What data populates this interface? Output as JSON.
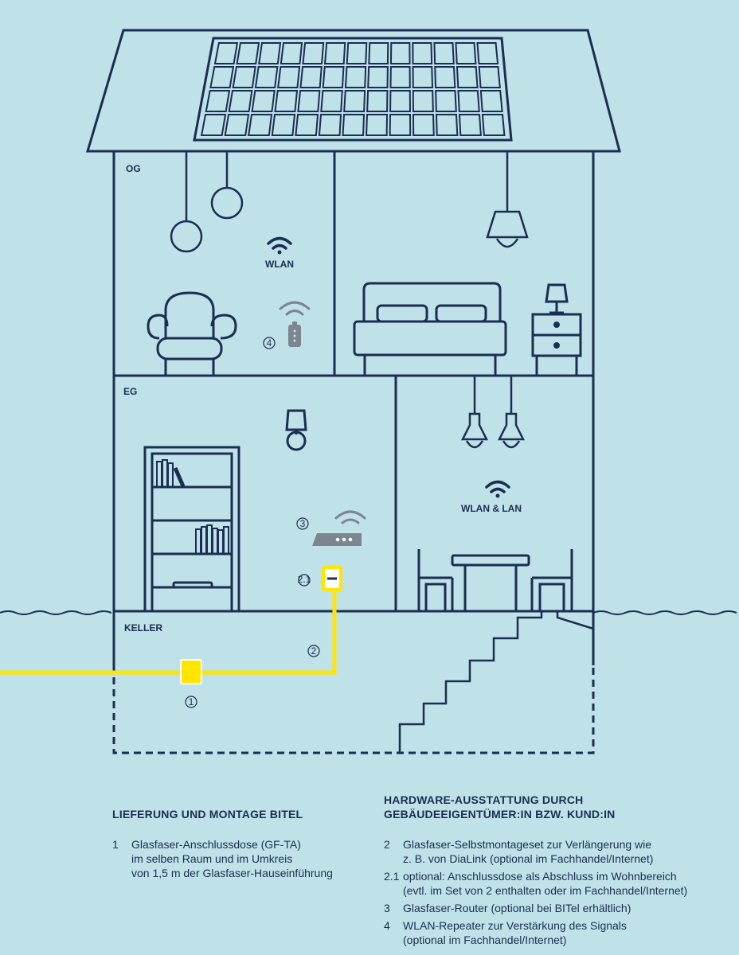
{
  "floors": {
    "og": "OG",
    "eg": "EG",
    "keller": "KELLER"
  },
  "room_labels": {
    "og_wlan": "WLAN",
    "eg_wlan_lan": "WLAN & LAN"
  },
  "markers": {
    "m1": "1",
    "m2": "2",
    "m21": "2.1",
    "m3": "3",
    "m4": "4"
  },
  "legend_left": {
    "heading": "LIEFERUNG UND MONTAGE BITEL",
    "items": [
      {
        "num": "1",
        "text": "Glasfaser-Anschlussdose (GF-TA)\nim selben Raum und im Umkreis\nvon 1,5 m der Glasfaser-Hauseinführung"
      }
    ]
  },
  "legend_right": {
    "heading": "HARDWARE-AUSSTATTUNG DURCH\nGEBÄUDEEIGENTÜMER:IN BZW. KUND:IN",
    "items": [
      {
        "num": "2",
        "text": "Glasfaser-Selbstmontageset zur Verlängerung wie\nz. B. von DiaLink (optional im Fachhandel/Internet)"
      },
      {
        "num": "2.1",
        "text": "optional: Anschlussdose als Abschluss im Wohnbereich\n(evtl. im Set von 2 enthalten oder im Fachhandel/Internet)"
      },
      {
        "num": "3",
        "text": "Glasfaser-Router (optional bei BITel erhältlich)"
      },
      {
        "num": "4",
        "text": "WLAN-Repeater zur Verstärkung des Signals\n(optional im Fachhandel/Internet)"
      }
    ]
  },
  "colors": {
    "background": "#bfe1e8",
    "line": "#1b2d52",
    "fiber": "#ffe500",
    "device": "#7d8590"
  }
}
